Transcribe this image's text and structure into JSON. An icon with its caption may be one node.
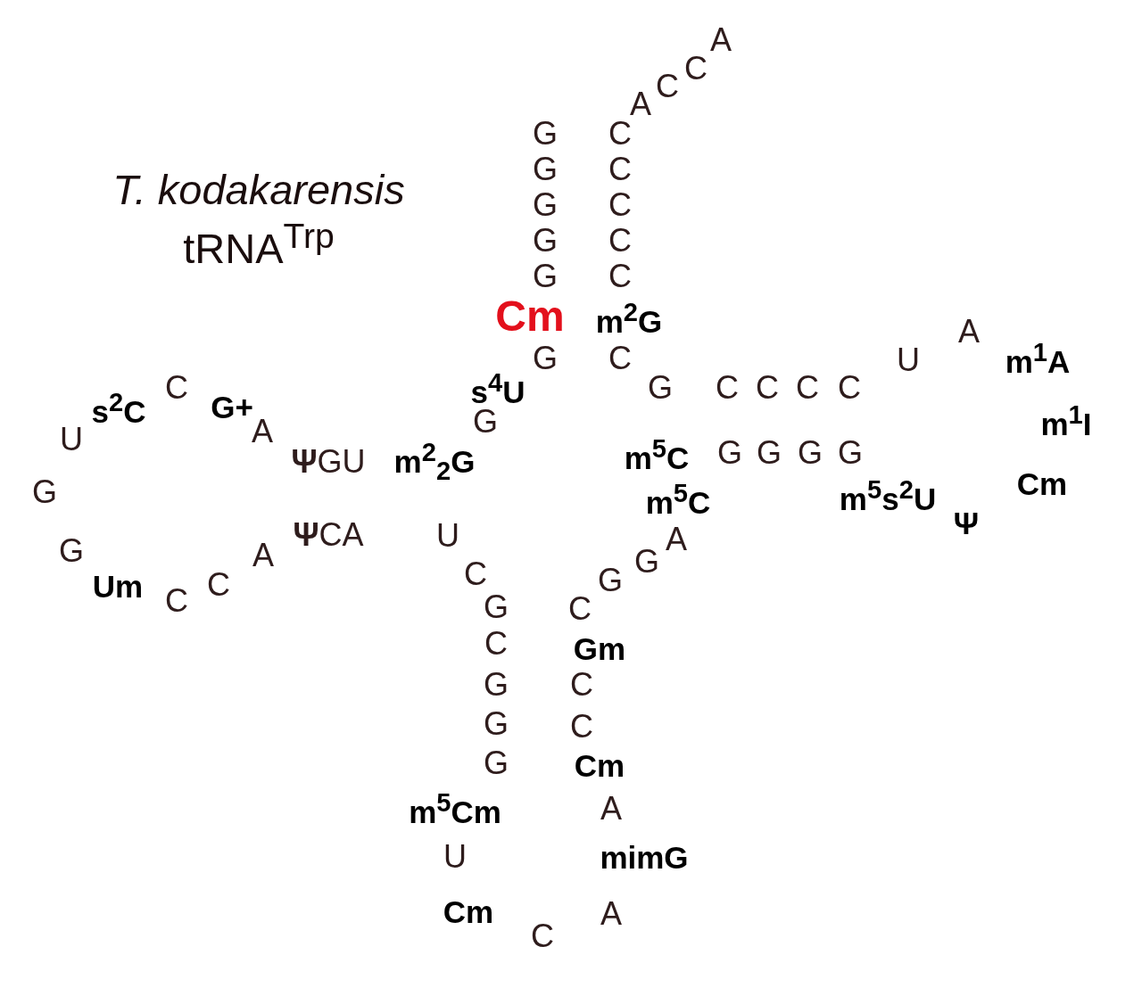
{
  "diagram": {
    "title": "*T. kodakarensis* tRNA$^{Trp}$",
    "labels": [
      "A",
      "C",
      "C",
      "A",
      "G",
      "C",
      "G",
      "C",
      "G",
      "C",
      "G",
      "C",
      "G",
      "C",
      "Cm",
      "m$^{2}$G",
      "A",
      "G",
      "C",
      "U",
      "m$^{1}$A",
      "C",
      "s$^{2}$C",
      "G+",
      "s$^{4}$U",
      "G",
      "C",
      "C",
      "C",
      "C",
      "U",
      "A",
      "G",
      "m$^{1}$I",
      "**Ψ**GU",
      "m$^{2}$$_{2}$G",
      "m$^{5}$C",
      "G",
      "G",
      "G",
      "G",
      "G",
      "Cm",
      "m$^{5}$C",
      "m$^{5}$s$^{2}$U",
      "Ψ",
      "**Ψ**CA",
      "U",
      "A",
      "A",
      "G",
      "G",
      "G",
      "Um",
      "C",
      "C",
      "C",
      "G",
      "C",
      "C",
      "Gm",
      "G",
      "C",
      "G",
      "C",
      "G",
      "Cm",
      "m$^{5}$Cm",
      "A",
      "U",
      "mimG",
      "Cm",
      "A",
      "C"
    ]
  }
}
